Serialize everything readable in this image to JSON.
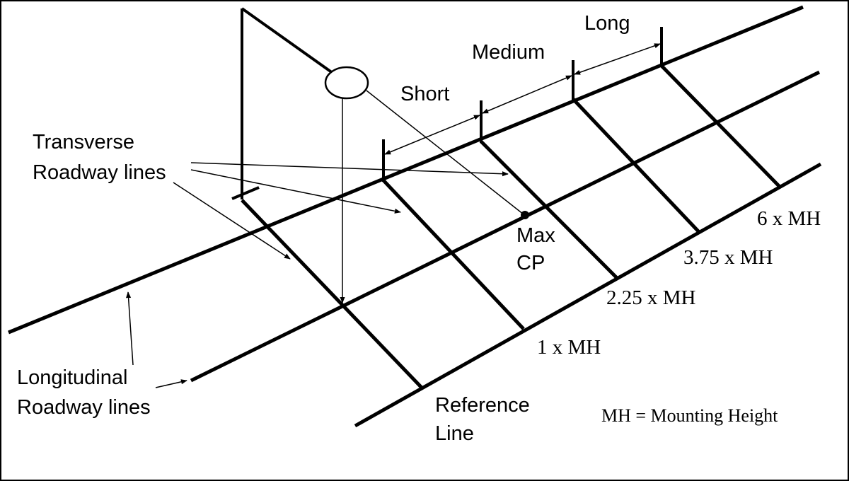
{
  "labels": {
    "transverse_line1": "Transverse",
    "transverse_line2": "Roadway lines",
    "longitudinal_line1": "Longitudinal",
    "longitudinal_line2": "Roadway lines",
    "short": "Short",
    "medium": "Medium",
    "long": "Long",
    "max_cp_line1": "Max",
    "max_cp_line2": "CP",
    "mh_1": "1 x MH",
    "mh_2_25": "2.25 x MH",
    "mh_3_75": "3.75 x MH",
    "mh_6": "6 x MH",
    "reference_line1": "Reference",
    "reference_line2": "Line",
    "legend": "MH = Mounting Height"
  }
}
